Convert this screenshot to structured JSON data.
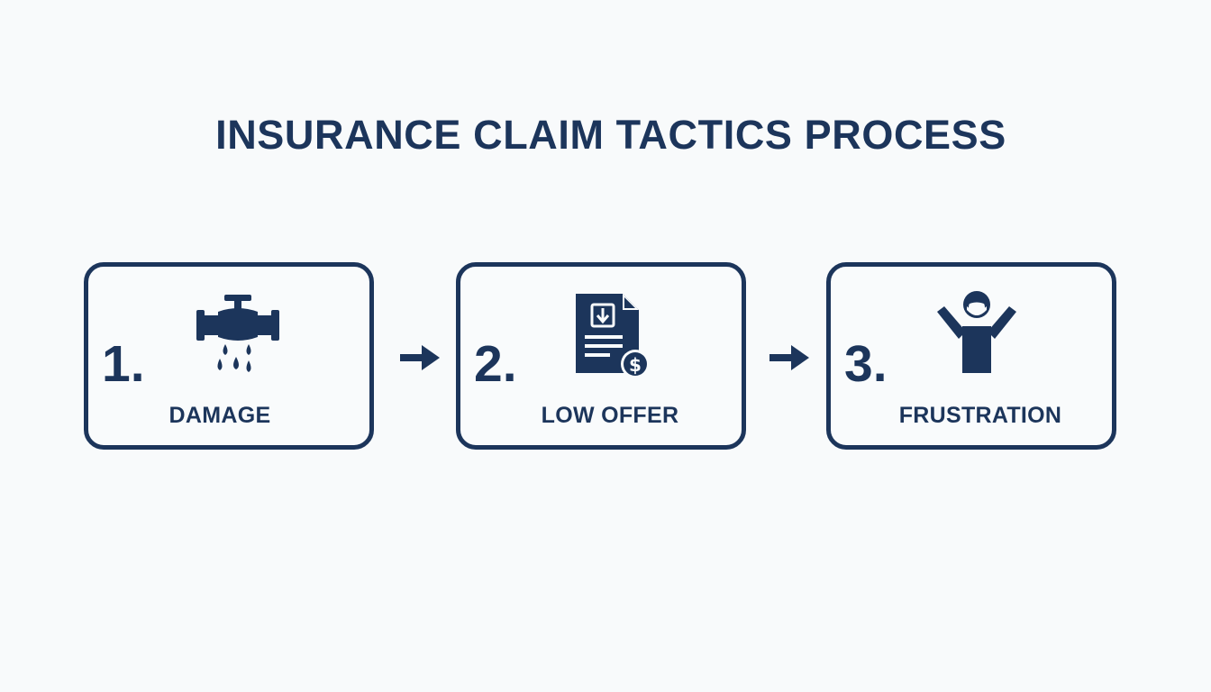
{
  "title": "INSURANCE CLAIM TACTICS PROCESS",
  "colors": {
    "primary": "#1c355b",
    "background": "#f8fafb"
  },
  "steps": [
    {
      "number": "1.",
      "label": "DAMAGE",
      "icon": "leaking-pipe-icon"
    },
    {
      "number": "2.",
      "label": "LOW OFFER",
      "icon": "document-dollar-icon"
    },
    {
      "number": "3.",
      "label": "FRUSTRATION",
      "icon": "person-arms-raised-icon"
    }
  ],
  "connectors": [
    "arrow-right-icon",
    "arrow-right-icon"
  ]
}
